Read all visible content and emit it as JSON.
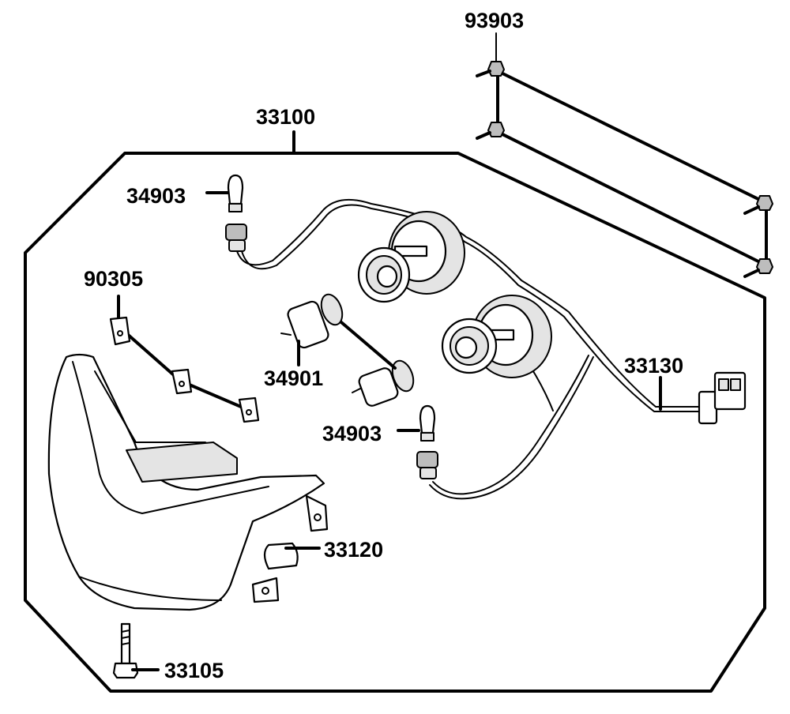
{
  "labels": {
    "p93903": "93903",
    "p33100": "33100",
    "p34903_top": "34903",
    "p90305": "90305",
    "p34901": "34901",
    "p33130": "33130",
    "p34903_bottom": "34903",
    "p33120": "33120",
    "p33105": "33105"
  }
}
